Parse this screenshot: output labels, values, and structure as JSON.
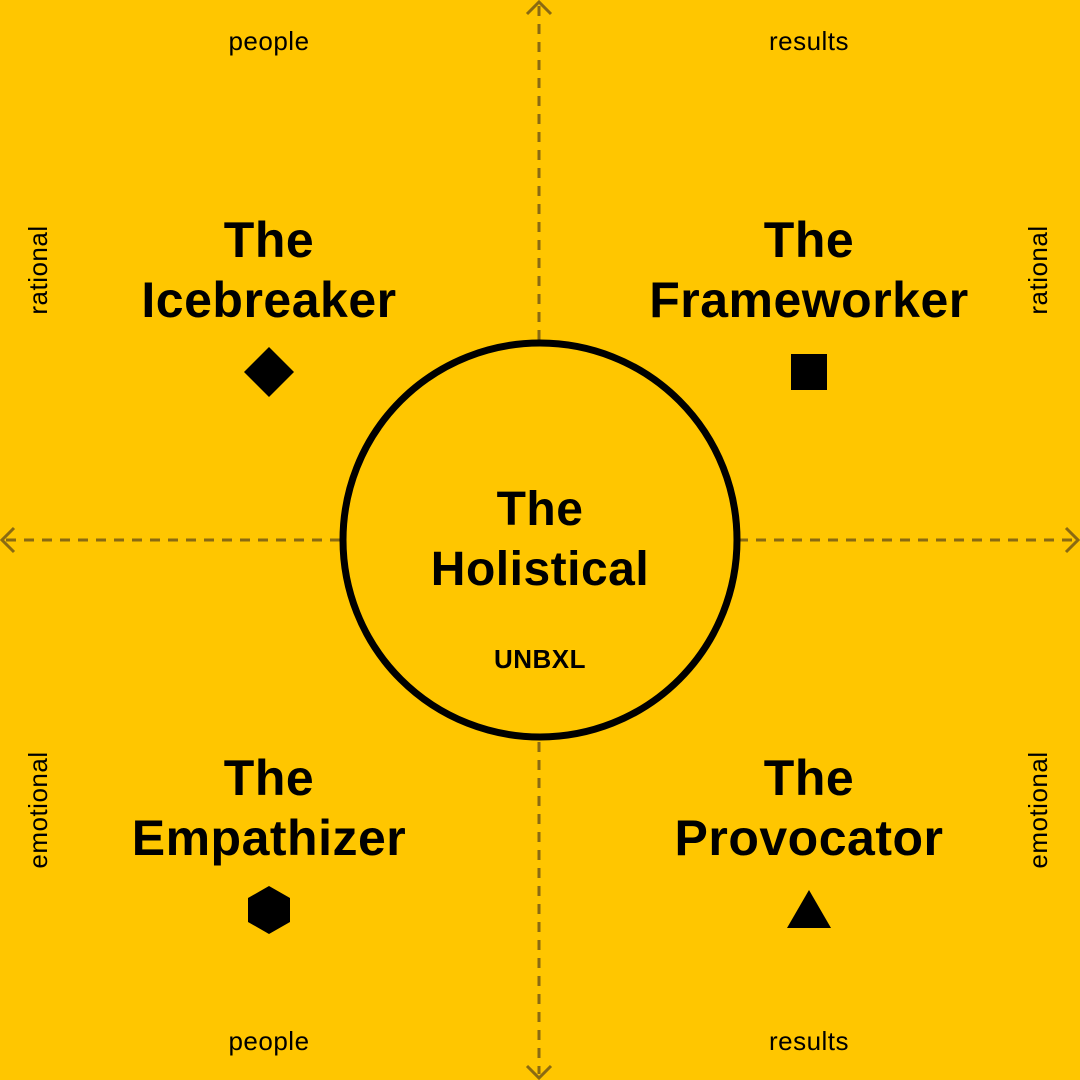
{
  "axis_labels": {
    "top_left": "people",
    "top_right": "results",
    "bottom_left": "people",
    "bottom_right": "results",
    "left_top": "rational",
    "left_bottom": "emotional",
    "right_top": "rational",
    "right_bottom": "emotional"
  },
  "quadrants": {
    "icebreaker": {
      "line1": "The",
      "line2": "Icebreaker",
      "shape": "diamond-icon"
    },
    "frameworker": {
      "line1": "The",
      "line2": "Frameworker",
      "shape": "square-icon"
    },
    "empathizer": {
      "line1": "The",
      "line2": "Empathizer",
      "shape": "hexagon-icon"
    },
    "provocator": {
      "line1": "The",
      "line2": "Provocator",
      "shape": "triangle-icon"
    }
  },
  "center": {
    "line1": "The",
    "line2": "Holistical",
    "brand": "UNBXL"
  },
  "colors": {
    "background": "#FFC600",
    "axis": "#8A6A12",
    "ink": "#000000"
  }
}
